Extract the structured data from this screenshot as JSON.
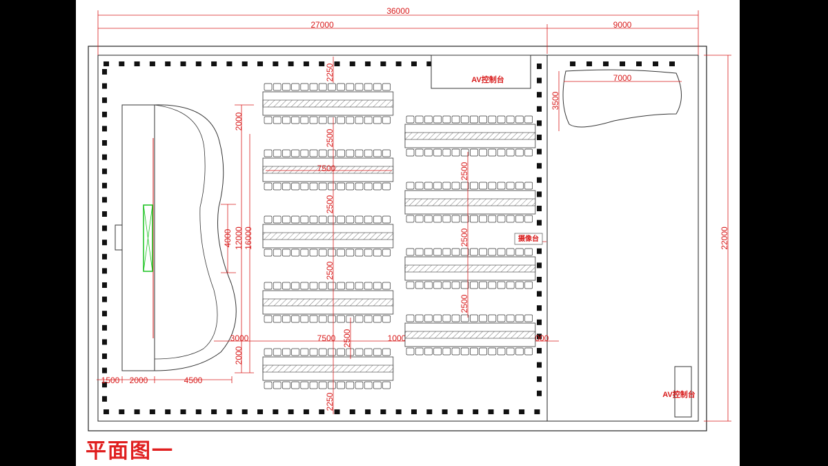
{
  "plan": {
    "title": "平面图一",
    "labels": {
      "av_console_top": "AV控制台",
      "av_console_right": "AV控制台",
      "camera_stand": "摄像台"
    },
    "dims": {
      "total_width": "36000",
      "hall_width": "27000",
      "side_width": "9000",
      "total_height": "22000",
      "stage_depth_total": "16000",
      "stage_mid": "12000",
      "stage_core": "4000",
      "stage_top_offset": "2000",
      "stage_bottom_offset": "2000",
      "stage_back": "1500",
      "stage_platform": "2000",
      "stage_front": "4500",
      "front_gap": "3000",
      "table_len_a": "7500",
      "table_len_b": "7500",
      "table_len_c": "7500",
      "aisle_a": "1000",
      "aisle_b": "1000",
      "row_pitch_1": "2500",
      "row_pitch_2": "2500",
      "row_pitch_3": "2500",
      "row_pitch_4": "2500",
      "row_pitch_5": "2500",
      "row_pitch_6": "2500",
      "row_pitch_7": "2500",
      "top_margin": "2250",
      "bottom_margin": "2250",
      "lounge_width": "7000",
      "lounge_depth": "3500"
    },
    "colors": {
      "dimension": "#d81a1a",
      "lines": "#000000",
      "screen": "#19c21f",
      "background": "#ffffff"
    }
  }
}
